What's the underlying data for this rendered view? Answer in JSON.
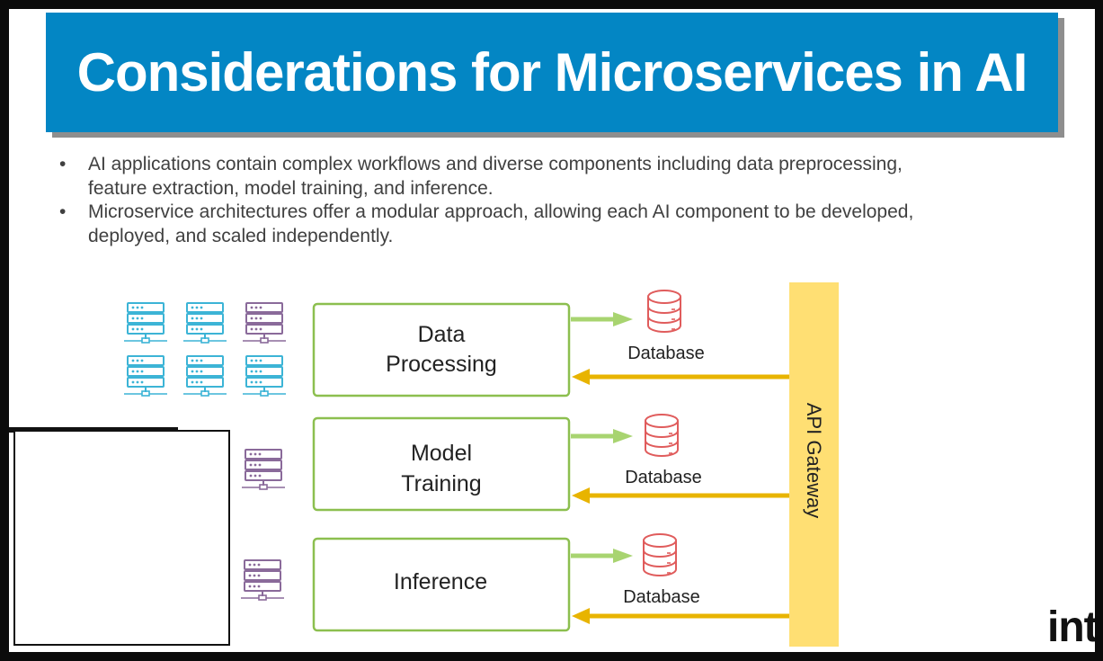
{
  "title": "Considerations for Microservices in AI",
  "bullets": [
    {
      "marker": "•",
      "line1": "AI applications contain complex workflows and diverse components including data preprocessing,",
      "line2": "feature extraction, model training, and inference."
    },
    {
      "marker": "•",
      "line1": "Microservice architectures offer a modular approach, allowing each AI component to be developed,",
      "line2": "deployed, and scaled independently."
    }
  ],
  "services": [
    {
      "label_lines": [
        "Data",
        "Processing"
      ],
      "database_label": "Database"
    },
    {
      "label_lines": [
        "Model",
        "Training"
      ],
      "database_label": "Database"
    },
    {
      "label_lines": [
        "Inference"
      ],
      "database_label": "Database"
    }
  ],
  "gateway_label": "API Gateway",
  "logo_text": "int",
  "colors": {
    "title_bar": "#0386c4",
    "box_border": "#8cbf4f",
    "green_arrow": "#a8d470",
    "yellow_arrow": "#e8b400",
    "gateway": "#ffdf73",
    "db_icon": "#e05c5c",
    "server_cyan": "#3cb4d6",
    "server_purple": "#8a6a9a"
  },
  "icons": {
    "server": "server-rack-icon",
    "database": "database-cylinder-icon"
  }
}
